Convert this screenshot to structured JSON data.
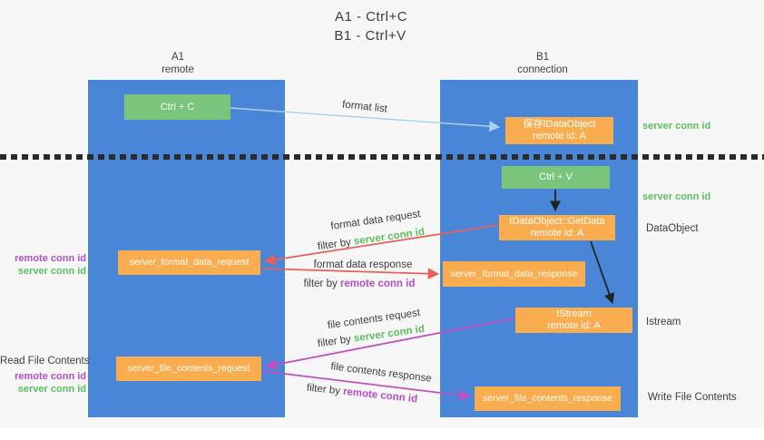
{
  "title": {
    "line1": "A1 - Ctrl+C",
    "line2": "B1 - Ctrl+V"
  },
  "lanes": {
    "left": {
      "name": "A1",
      "sub": "remote"
    },
    "right": {
      "name": "B1",
      "sub": "connection"
    }
  },
  "boxes": {
    "ctrl_c": "Ctrl + C",
    "ctrl_v": "Ctrl + V",
    "save_dataobject": {
      "line1": "保存IDataObject",
      "line2": "remote id: A"
    },
    "getdata": {
      "line1": "IDataObject::GetData",
      "line2": "remote id: A"
    },
    "istream": {
      "line1": "IStream",
      "line2": "remote id: A"
    },
    "format_request": "server_format_data_request",
    "format_response": "server_format_data_response",
    "file_request": "server_file_contents_request",
    "file_response": "server_file_contents_response"
  },
  "arrow_labels": {
    "format_list": "format list",
    "format_data_request": "format data request",
    "format_data_response": "format data response",
    "file_contents_request": "file contents request",
    "file_contents_response": "file contents response",
    "filter_by": "filter by "
  },
  "annotations": {
    "server_conn_id": "server conn id",
    "remote_conn_id": "remote conn id",
    "read_file_contents": "Read File Contents",
    "write_file_contents": "Write File Contents",
    "dataobject": "DataObject",
    "istream": "Istream"
  },
  "colors": {
    "lane_blue": "#4a86d8",
    "box_green": "#7ac57c",
    "box_orange": "#f9ad4e",
    "text_dark": "#3d3d3d",
    "green_text": "#5cbe60",
    "purple_text": "#b44ec6",
    "arrow_red": "#e66156",
    "arrow_magenta": "#bf51c1",
    "arrow_blue": "#a8d3ef",
    "arrow_black": "#222222"
  }
}
